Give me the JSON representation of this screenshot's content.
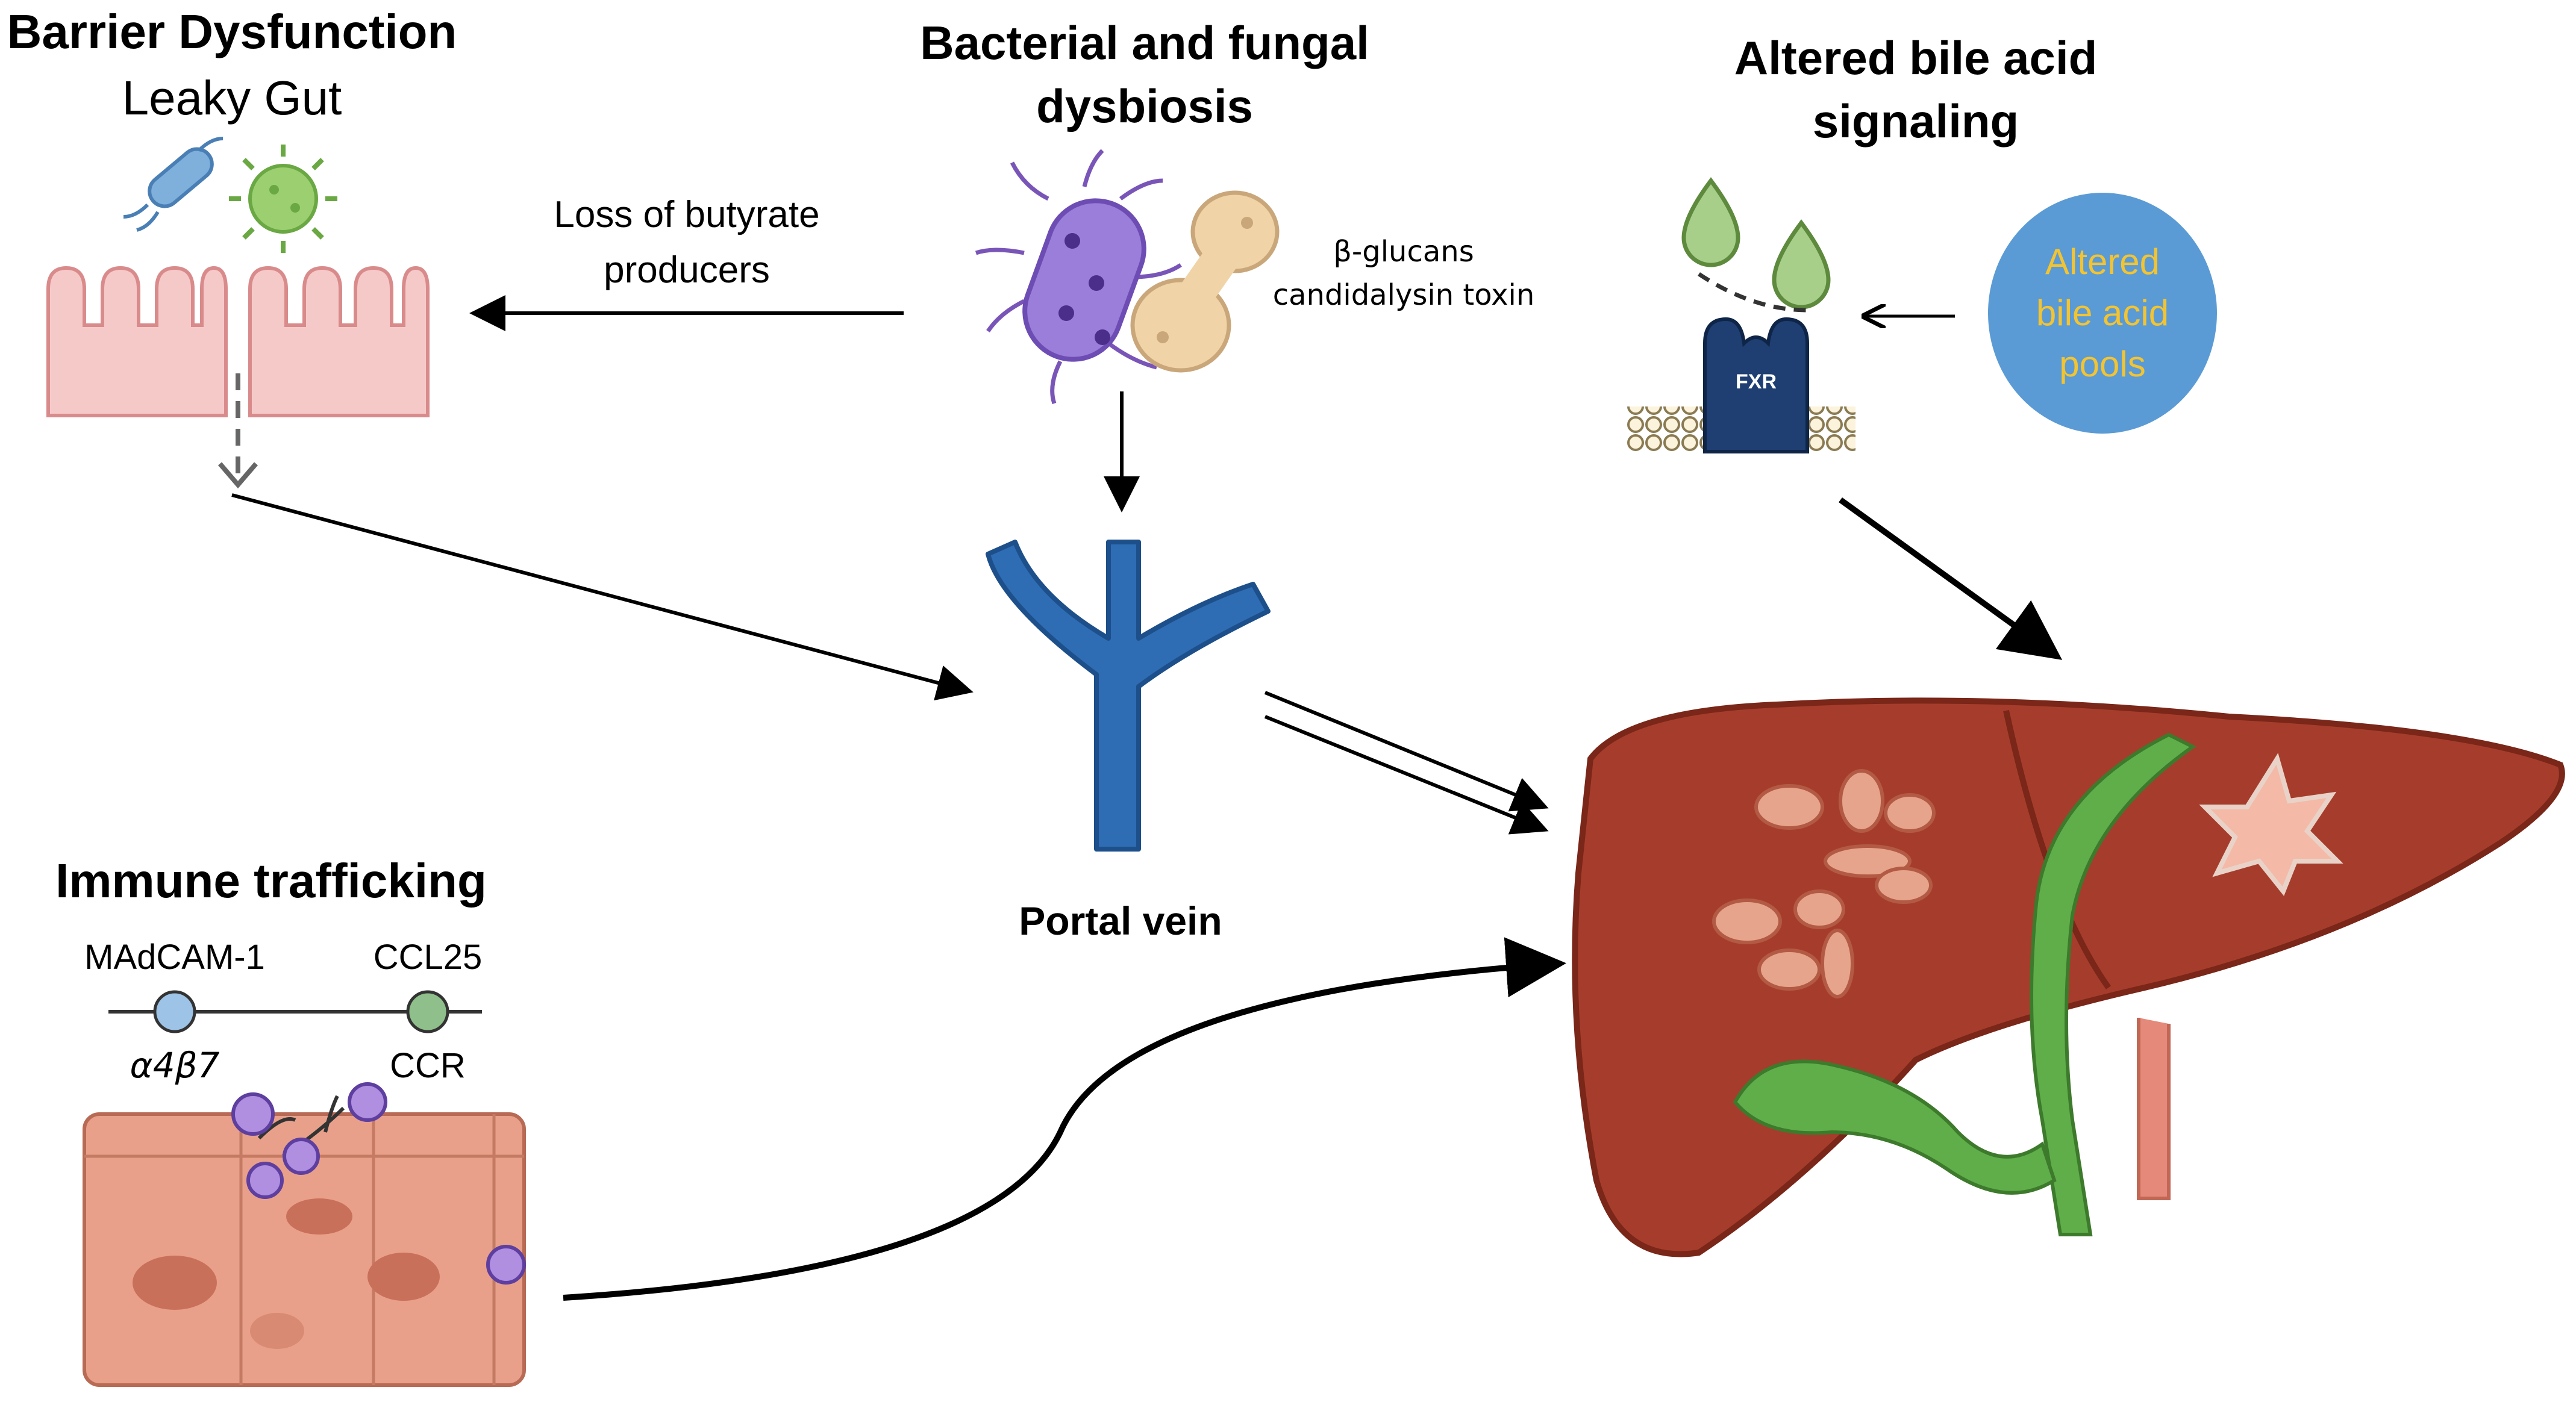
{
  "sections": {
    "barrier": {
      "title": "Barrier Dysfunction",
      "subtitle": "Leaky Gut"
    },
    "dysbiosis": {
      "title_line1": "Bacterial and fungal",
      "title_line2": "dysbiosis"
    },
    "bile": {
      "title_line1": "Altered bile acid",
      "title_line2": "signaling"
    },
    "immune": {
      "title": "Immune  trafficking"
    }
  },
  "labels": {
    "butyrate_line1": "Loss of butyrate",
    "butyrate_line2": "producers",
    "glucans_line1": "β-glucans",
    "glucans_line2": "candidalysin toxin",
    "fxr": "FXR",
    "bile_pool_line1": "Altered",
    "bile_pool_line2": "bile acid",
    "bile_pool_line3": "pools",
    "madcam": "MAdCAM-1",
    "ccl25": "CCL25",
    "a4b7": "α4β7",
    "ccr": "CCR",
    "portal_vein": "Portal vein"
  },
  "colors": {
    "bile_pool_fill": "#5b9bd5",
    "bile_pool_text": "#f4c430",
    "portal_vein": "#2e6db4",
    "liver": "#a63d2c",
    "gallbladder": "#5fae4a",
    "bacterium": "#8a63c9",
    "yeast": "#f0d3a6",
    "epithelium": "#f6c9c9",
    "intestinal_tissue": "#e9a08a"
  }
}
